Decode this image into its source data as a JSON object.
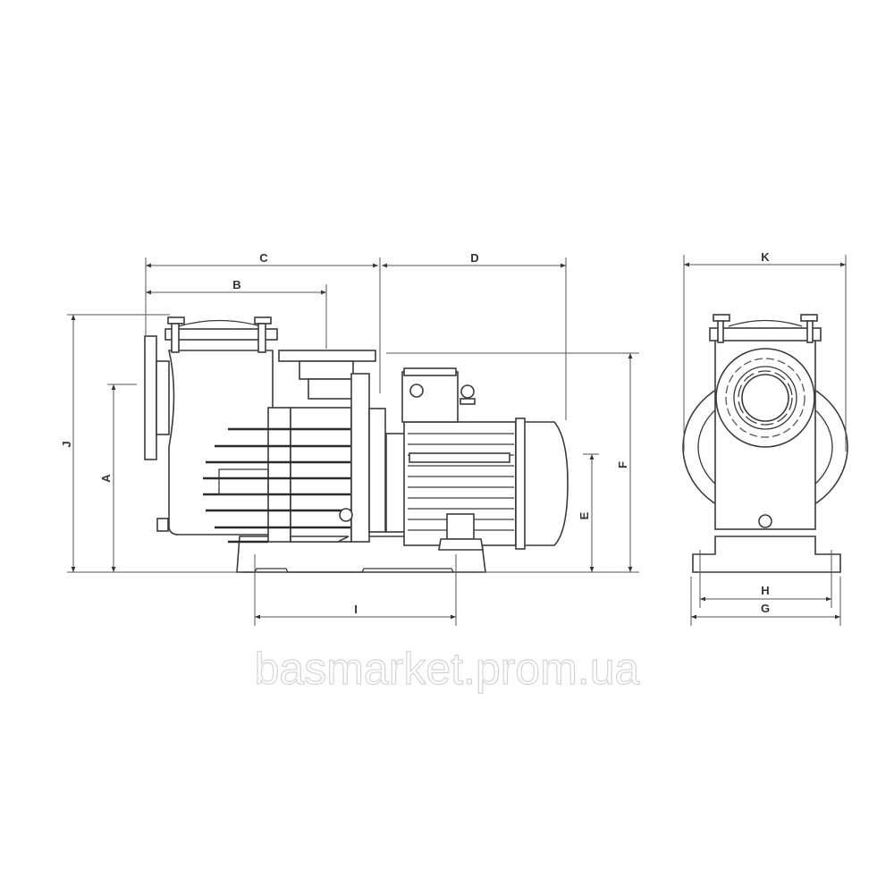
{
  "diagram": {
    "dimension_labels": {
      "A": "A",
      "B": "B",
      "C": "C",
      "D": "D",
      "E": "E",
      "F": "F",
      "G": "G",
      "H": "H",
      "I": "I",
      "J": "J",
      "K": "K"
    },
    "views": [
      "side-view",
      "front-view"
    ],
    "line_color": "#3a3a3a"
  },
  "watermark": "basmarket.prom.ua"
}
